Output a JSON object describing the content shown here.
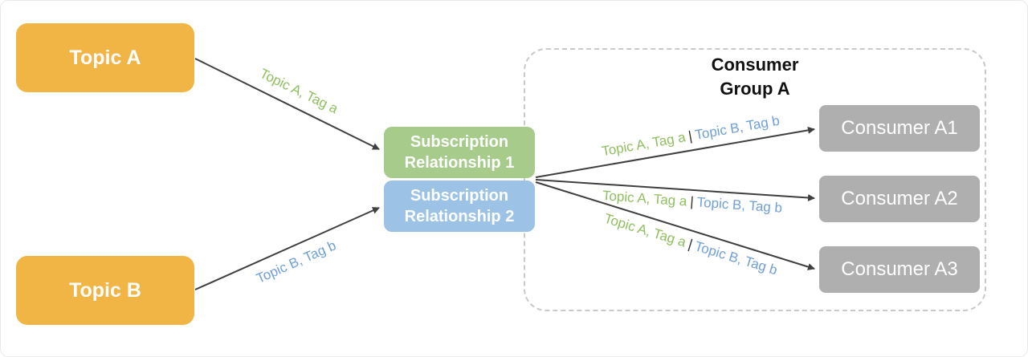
{
  "colors": {
    "topic-fill": "#F0B545",
    "sub1-fill": "#A6CB8B",
    "sub2-fill": "#9CC2E5",
    "consumer-fill": "#AFAFAF",
    "arrow": "#3F3F3F",
    "label-green": "#8FBF5F",
    "label-blue": "#6FA0D8",
    "label-dark": "#303030",
    "group-border": "#C9C9C9",
    "box-text": "#FFFFFF",
    "title-text": "#111111"
  },
  "nodes": {
    "topic_a": {
      "label": "Topic A"
    },
    "topic_b": {
      "label": "Topic B"
    },
    "subscription_1": {
      "label": "Subscription\nRelationship 1"
    },
    "subscription_2": {
      "label": "Subscription\nRelationship 2"
    },
    "consumer_group": {
      "title": "Consumer\nGroup A"
    },
    "consumers": [
      {
        "label": "Consumer A1"
      },
      {
        "label": "Consumer A2"
      },
      {
        "label": "Consumer A3"
      }
    ]
  },
  "edges": {
    "topic_a_to_sub1": {
      "label": "Topic A, Tag a"
    },
    "topic_b_to_sub2": {
      "label": "Topic B, Tag b"
    },
    "fanout": [
      {
        "label_green": "Topic A, Tag a",
        "separator": "|",
        "label_blue": "Topic B, Tag b"
      },
      {
        "label_green": "Topic A, Tag a",
        "separator": "|",
        "label_blue": "Topic B, Tag b"
      },
      {
        "label_green": "Topic A, Tag a",
        "separator": "|",
        "label_blue": "Topic B, Tag b"
      }
    ]
  }
}
